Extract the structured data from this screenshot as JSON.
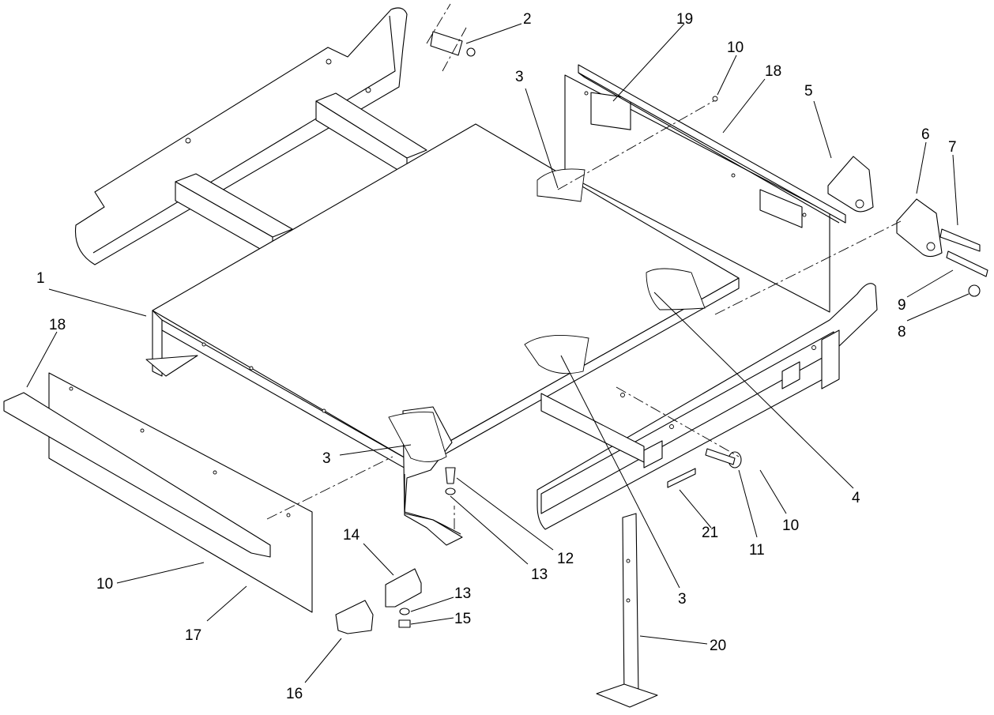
{
  "callouts": [
    {
      "id": "c1",
      "label": "1"
    },
    {
      "id": "c2",
      "label": "2"
    },
    {
      "id": "c3a",
      "label": "3"
    },
    {
      "id": "c3b",
      "label": "3"
    },
    {
      "id": "c3c",
      "label": "3"
    },
    {
      "id": "c4",
      "label": "4"
    },
    {
      "id": "c5",
      "label": "5"
    },
    {
      "id": "c6",
      "label": "6"
    },
    {
      "id": "c7",
      "label": "7"
    },
    {
      "id": "c8",
      "label": "8"
    },
    {
      "id": "c9",
      "label": "9"
    },
    {
      "id": "c10a",
      "label": "10"
    },
    {
      "id": "c10b",
      "label": "10"
    },
    {
      "id": "c10c",
      "label": "10"
    },
    {
      "id": "c11",
      "label": "11"
    },
    {
      "id": "c12",
      "label": "12"
    },
    {
      "id": "c13a",
      "label": "13"
    },
    {
      "id": "c13b",
      "label": "13"
    },
    {
      "id": "c14",
      "label": "14"
    },
    {
      "id": "c15",
      "label": "15"
    },
    {
      "id": "c16",
      "label": "16"
    },
    {
      "id": "c17",
      "label": "17"
    },
    {
      "id": "c18a",
      "label": "18"
    },
    {
      "id": "c18b",
      "label": "18"
    },
    {
      "id": "c19",
      "label": "19"
    },
    {
      "id": "c20",
      "label": "20"
    },
    {
      "id": "c21",
      "label": "21"
    }
  ]
}
